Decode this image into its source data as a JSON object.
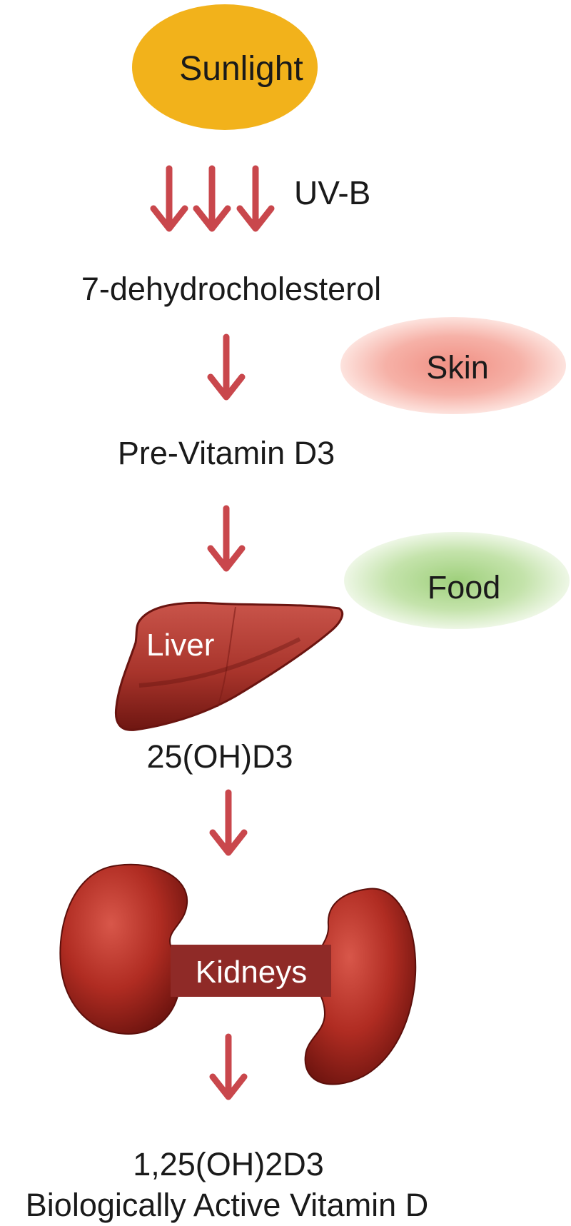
{
  "nodes": {
    "sunlight": "Sunlight",
    "uvb": "UV-B",
    "dehydro": "7-dehydrocholesterol",
    "skin": "Skin",
    "previtamin": "Pre-Vitamin D3",
    "food": "Food",
    "liver": "Liver",
    "ohd3": "25(OH)D3",
    "kidneys": "Kidneys",
    "final_line1": "1,25(OH)2D3",
    "final_line2": "Biologically Active Vitamin D"
  },
  "colors": {
    "sun": "#f2b21b",
    "arrow": "#c9474c",
    "skin_blob": "#f3a79c",
    "food_blob": "#b7dc9a",
    "organ": "#a3241e",
    "kidney_label_bg": "#8f2a27"
  }
}
